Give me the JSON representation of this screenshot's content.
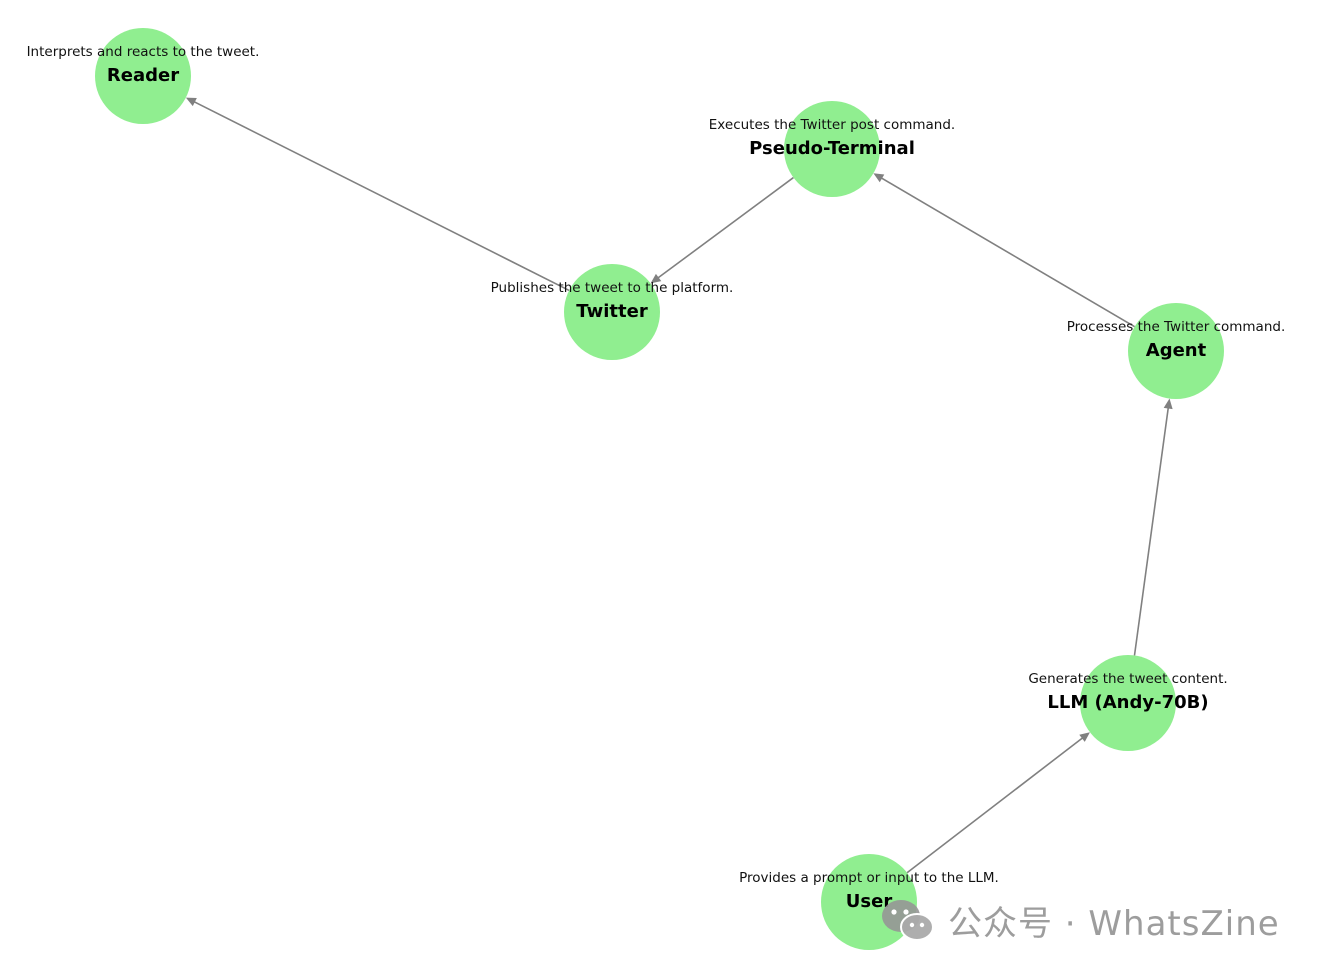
{
  "colors": {
    "node_fill": "#90ee90",
    "edge": "#808080"
  },
  "nodes": [
    {
      "id": "reader",
      "label": "Reader",
      "description": "Interprets and reacts to the tweet."
    },
    {
      "id": "pseudo_terminal",
      "label": "Pseudo-Terminal",
      "description": "Executes the Twitter post command."
    },
    {
      "id": "twitter",
      "label": "Twitter",
      "description": "Publishes the tweet to the platform."
    },
    {
      "id": "agent",
      "label": "Agent",
      "description": "Processes the Twitter command."
    },
    {
      "id": "llm",
      "label": "LLM (Andy-70B)",
      "description": "Generates the tweet content."
    },
    {
      "id": "user",
      "label": "User",
      "description": "Provides a prompt or input to the LLM."
    }
  ],
  "edges": [
    {
      "from": "user",
      "to": "llm"
    },
    {
      "from": "llm",
      "to": "agent"
    },
    {
      "from": "agent",
      "to": "pseudo_terminal"
    },
    {
      "from": "pseudo_terminal",
      "to": "twitter"
    },
    {
      "from": "twitter",
      "to": "reader"
    }
  ],
  "watermark": {
    "icon": "wechat-icon",
    "text": "公众号 · WhatsZine"
  }
}
